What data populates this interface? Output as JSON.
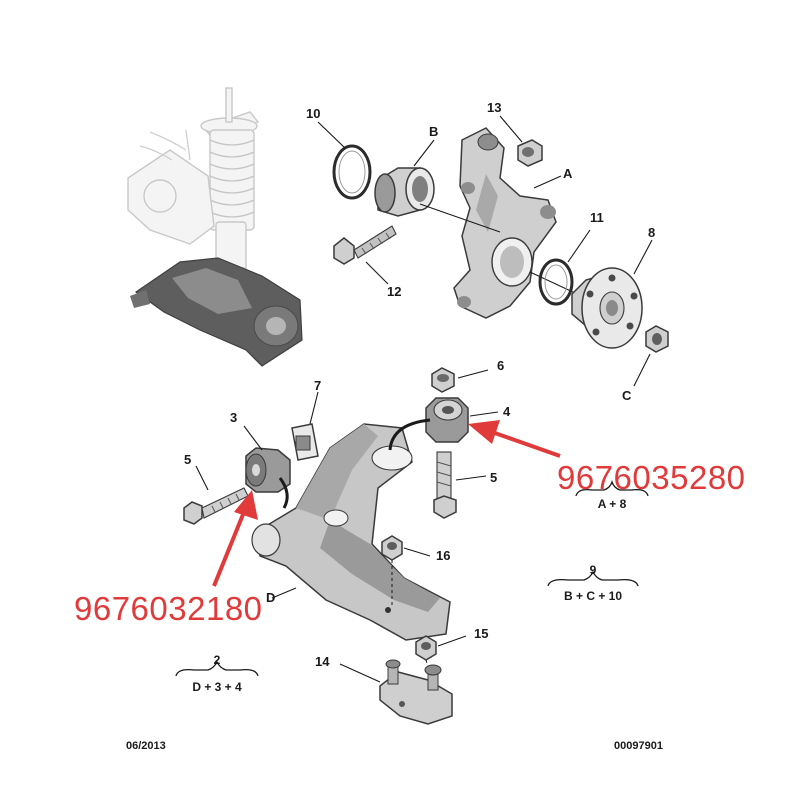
{
  "callouts": {
    "c10": "10",
    "cB": "B",
    "c13": "13",
    "cA": "A",
    "c11": "11",
    "c8": "8",
    "c12": "12",
    "cC": "C",
    "c6": "6",
    "c7": "7",
    "c3": "3",
    "c4": "4",
    "c5_left": "5",
    "c5_right": "5",
    "cD": "D",
    "c16": "16",
    "c15": "15",
    "c14": "14"
  },
  "kits": {
    "kit_a8": {
      "number": "",
      "parts": "A + 8"
    },
    "kit_9": {
      "number": "9",
      "parts": "B + C + 10"
    },
    "kit_2": {
      "number": "2",
      "parts": "D + 3 + 4"
    }
  },
  "part_numbers": {
    "bushing_rear": "9676035280",
    "bushing_front": "9676032180"
  },
  "footer": {
    "date": "06/2013",
    "code": "00097901"
  },
  "colors": {
    "annotation_red": "#e03a3a",
    "line": "#1a1a1a",
    "part_grey": "#9a9a9a"
  }
}
